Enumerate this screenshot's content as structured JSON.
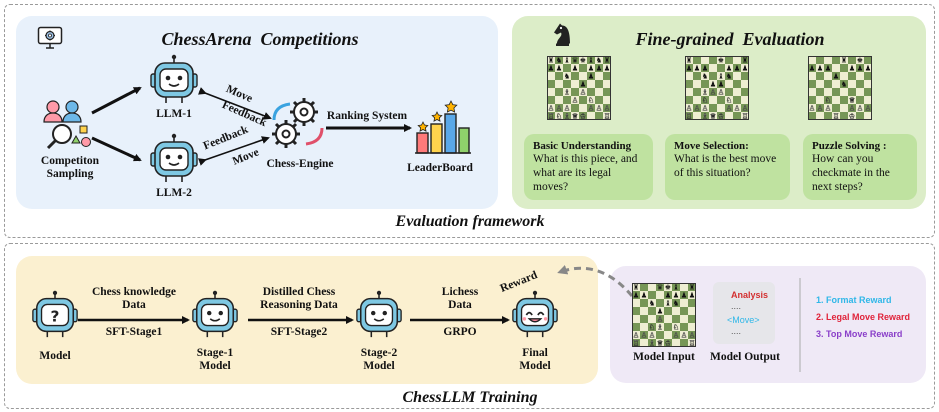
{
  "top": {
    "competitions_title": "ChessArena  Competitions",
    "fine_title": "Fine-grained  Evaluation",
    "section_caption": "Evaluation framework",
    "sampling_label": "Competiton\nSampling",
    "llm1": "LLM-1",
    "llm2": "LLM-2",
    "move_top": "Move",
    "feedback_top": "Feedback",
    "feedback_bottom": "Feedback",
    "move_bottom": "Move",
    "engine": "Chess-Engine",
    "ranking": "Ranking System",
    "leaderboard": "LeaderBoard",
    "cards": [
      {
        "heading": "Basic Understanding",
        "question": "What is this piece, and what are its legal moves?"
      },
      {
        "heading": "Move Selection:",
        "question": "What is the best move of this situation?"
      },
      {
        "heading": "Puzzle Solving :",
        "question": "How can you checkmate in the next steps?"
      }
    ]
  },
  "bottom": {
    "section_caption": "ChessLLM Training",
    "model": "Model",
    "stage1": "Stage-1\nModel",
    "stage2": "Stage-2\nModel",
    "final": "Final\nModel",
    "edge1_top": "Chess knowledge\nData",
    "edge1_bottom": "SFT-Stage1",
    "edge2_top": "Distilled Chess\nReasoning Data",
    "edge2_bottom": "SFT-Stage2",
    "edge3_top": "Lichess\nData",
    "edge3_bottom": "GRPO",
    "reward": "Reward",
    "analysis": "Analysis",
    "dots": "....",
    "move_tag": "<Move>",
    "model_input": "Model Input",
    "model_output": "Model Output",
    "rewards": [
      {
        "text": "1. Format Reward",
        "color": "#2fb7e8"
      },
      {
        "text": "2. Legal Move Reward",
        "color": "#e0233a"
      },
      {
        "text": "3. Top Move Reward",
        "color": "#8a3fc9"
      }
    ]
  },
  "colors": {
    "competition_panel": "#e8f1fb",
    "evaluation_panel": "#dcedc8",
    "training_panel": "#fbf0d0",
    "reward_panel": "#efe9f6",
    "robot": "#7ec8e3",
    "board_light": "#eeeed2",
    "board_dark": "#769656"
  }
}
